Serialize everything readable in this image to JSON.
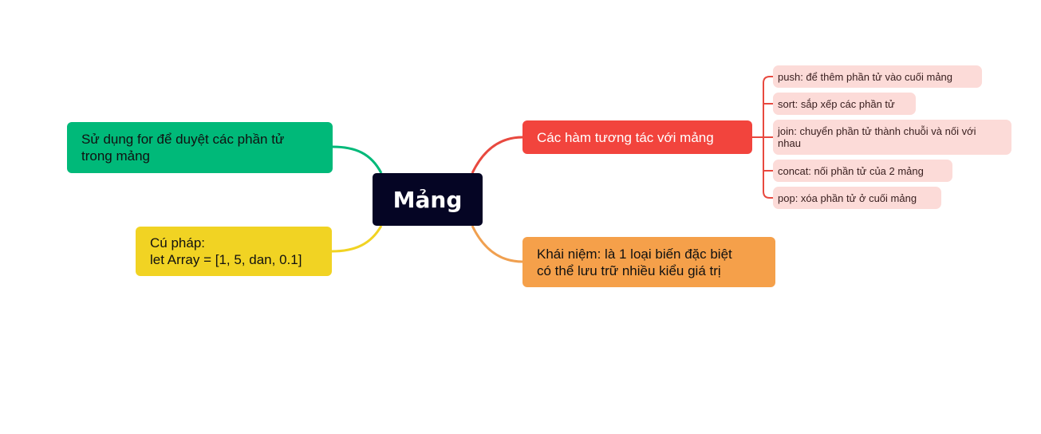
{
  "central": {
    "label": "Mảng"
  },
  "branches": [
    {
      "label": "Sử dụng for để duyệt các phần tử\ntrong mảng",
      "color": "#00b979"
    },
    {
      "label": "Cú pháp:\nlet Array = [1, 5, dan, 0.1]",
      "color": "#f1d323"
    },
    {
      "label": "Các hàm tương tác với mảng",
      "color": "#f2443d",
      "children": [
        {
          "label": "push: để thêm phần tử vào cuối mảng"
        },
        {
          "label": "sort: sắp xếp các phần tử"
        },
        {
          "label": "join: chuyển phần tử thành chuỗi và nối với\nnhau"
        },
        {
          "label": "concat: nối phần tử của 2 mảng"
        },
        {
          "label": "pop: xóa phần tử ở cuối mảng"
        }
      ]
    },
    {
      "label": "Khái niệm: là 1 loại biến đặc biệt\ncó thể lưu trữ nhiều kiểu giá trị",
      "color": "#f5a04a"
    }
  ],
  "colors": {
    "central_bg": "#050524",
    "subtopic_bg": "#fcdbd8",
    "connector_green": "#00b979",
    "connector_yellow": "#f1d323",
    "connector_red": "#e8493f",
    "connector_orange": "#f0a050"
  }
}
